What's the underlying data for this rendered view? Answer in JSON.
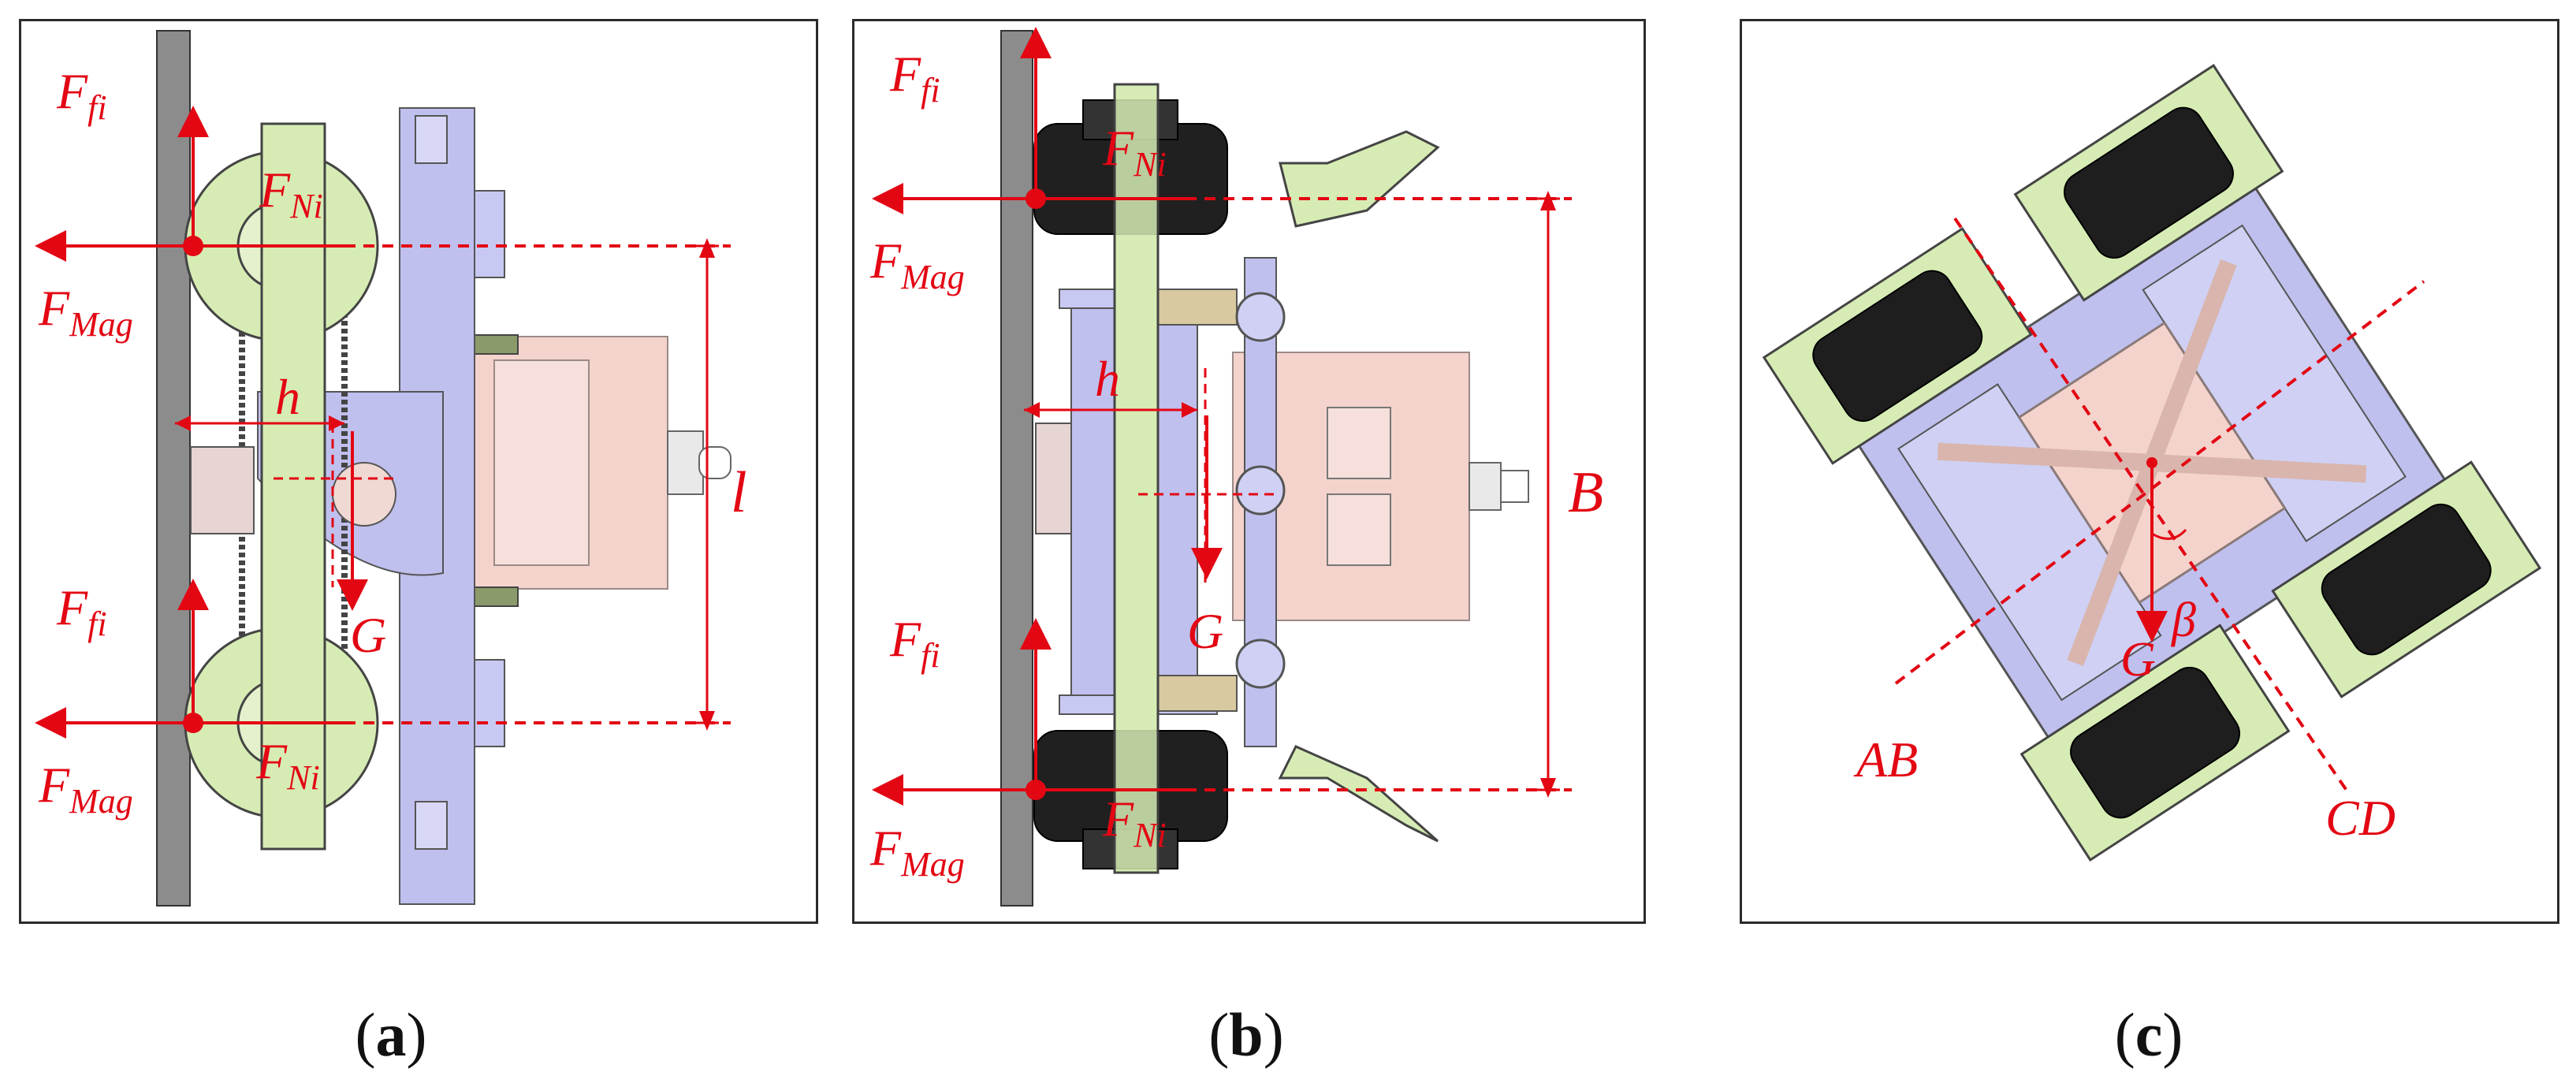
{
  "colors": {
    "force": "#e30613",
    "wall": "#8c8c8c",
    "green_part": "#d6ecb4",
    "blue_part": "#bfc0ee",
    "pink_part": "#f4d3cc",
    "wheel_dark": "#202020"
  },
  "panels": [
    {
      "id": "a",
      "caption_letter": "a",
      "labels": {
        "F_fi_top": {
          "main": "F",
          "sub": "fi"
        },
        "F_Ni_top": {
          "main": "F",
          "sub": "Ni"
        },
        "F_Mag_top": {
          "main": "F",
          "sub": "Mag"
        },
        "h": "h",
        "G": "G",
        "l": "l",
        "F_fi_bottom": {
          "main": "F",
          "sub": "fi"
        },
        "F_Ni_bottom": {
          "main": "F",
          "sub": "Ni"
        },
        "F_Mag_bottom": {
          "main": "F",
          "sub": "Mag"
        }
      }
    },
    {
      "id": "b",
      "caption_letter": "b",
      "labels": {
        "F_fi_top": {
          "main": "F",
          "sub": "fi"
        },
        "F_Ni_top": {
          "main": "F",
          "sub": "Ni"
        },
        "F_Mag_top": {
          "main": "F",
          "sub": "Mag"
        },
        "h": "h",
        "G": "G",
        "B": "B",
        "F_fi_bottom": {
          "main": "F",
          "sub": "fi"
        },
        "F_Ni_bottom": {
          "main": "F",
          "sub": "Ni"
        },
        "F_Mag_bottom": {
          "main": "F",
          "sub": "Mag"
        }
      }
    },
    {
      "id": "c",
      "caption_letter": "c",
      "labels": {
        "AB": "AB",
        "CD": "CD",
        "G": "G",
        "beta": "β"
      }
    }
  ]
}
